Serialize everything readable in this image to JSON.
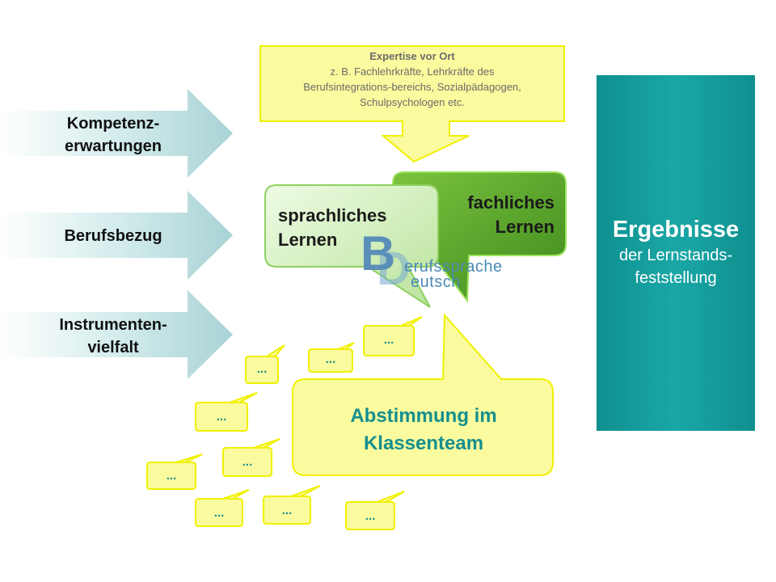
{
  "arrows": [
    {
      "label": "Kompetenz-\nerwartungen"
    },
    {
      "label": "Berufsbezug"
    },
    {
      "label": "Instrumenten-\nvielfalt"
    }
  ],
  "expertise": {
    "heading": "Expertise vor Ort",
    "line1": "z. B. Fachlehrkräfte, Lehrkräfte des",
    "line2": "Berufsintegrations-bereichs, Sozialpädagogen,",
    "line3": "Schulpsychologen etc."
  },
  "bubbles": {
    "sprachliches": "sprachliches\nLernen",
    "fachliches": "fachliches\nLernen",
    "abstimmung": "Abstimmung im\nKlassenteam"
  },
  "result": {
    "title": "Ergebnisse",
    "subtitle": "der Lernstands-\nfeststellung"
  },
  "logo": {
    "letter_b": "B",
    "letter_d": "D",
    "word1": "erufssprache",
    "word2": "eutsch"
  },
  "small_bubbles": [
    "...",
    "...",
    "...",
    "...",
    "...",
    "...",
    "...",
    "...",
    "...",
    "..."
  ],
  "colors": {
    "arrow": "#b8dede",
    "yellow_fill": "#fafa9e",
    "yellow_border": "#f0f000",
    "teal": "#159a9a",
    "green_dark": "#5aa02a",
    "green_light": "#d8f2c8"
  }
}
